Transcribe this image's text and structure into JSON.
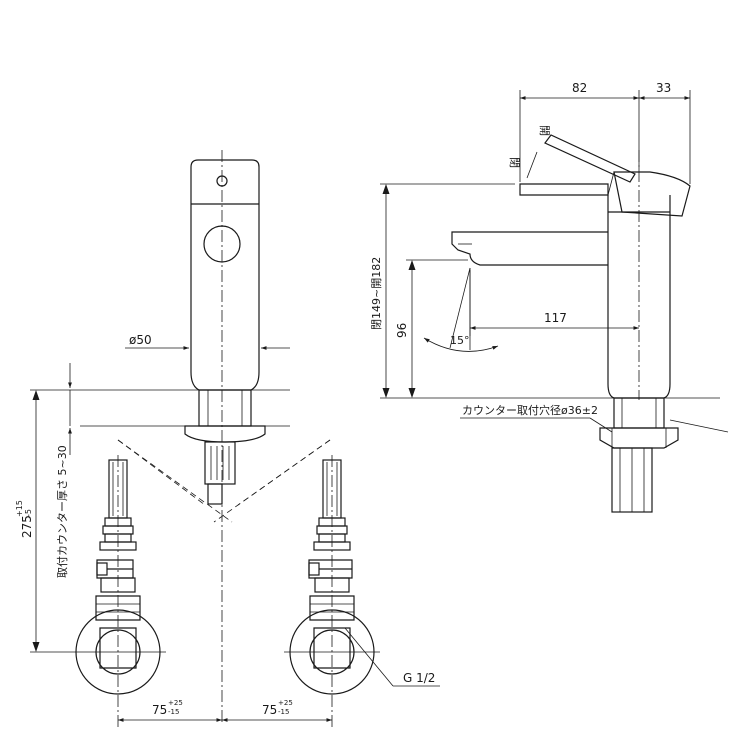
{
  "front_view": {
    "diameter_label": "ø50",
    "height_label": "275",
    "height_tolerance_upper": "+15",
    "height_tolerance_lower": "-5",
    "counter_thickness_label": "取付カウンター厚さ 5~30",
    "left_spacing_label": "75",
    "left_spacing_tol_upper": "+25",
    "left_spacing_tol_lower": "-15",
    "right_spacing_label": "75",
    "right_spacing_tol_upper": "+25",
    "right_spacing_tol_lower": "-15",
    "thread_label": "G 1/2"
  },
  "side_view": {
    "lever_length_label": "82",
    "body_offset_label": "33",
    "lever_open_label": "開",
    "lever_close_label": "閉",
    "lever_height_range_label": "閉149~開182",
    "spout_height_label": "96",
    "spout_reach_label": "117",
    "spout_angle_label": "15°",
    "counter_hole_label": "カウンター取付穴径ø36±2"
  }
}
